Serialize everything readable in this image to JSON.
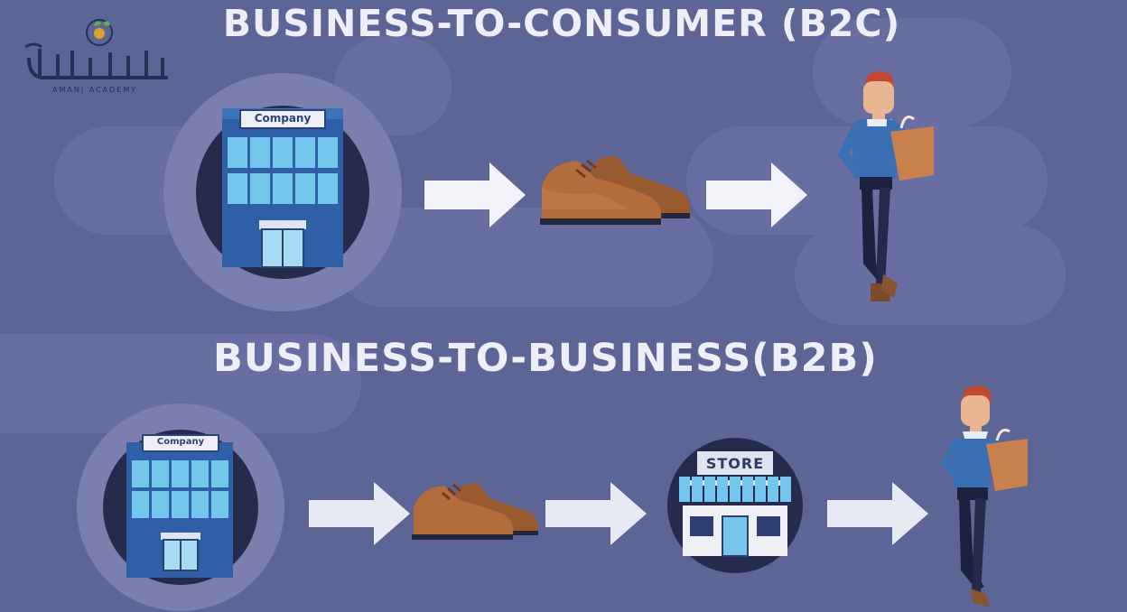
{
  "logo": {
    "name": "AMANJ ACADEMY"
  },
  "b2c": {
    "title": "BUSINESS-TO-CONSUMER (B2C)",
    "company_label": "Company"
  },
  "b2b": {
    "title": "BUSINESS-TO-BUSINESS(B2B)",
    "company_label": "Company",
    "store_label": "STORE"
  },
  "colors": {
    "background": "#5d6496",
    "arrow": "#f2f3f8",
    "building": "#2f5fa6",
    "window": "#74c6ec",
    "shoe": "#b36d3c",
    "shirt": "#3a6fb4",
    "bag": "#c8804c"
  },
  "icons": [
    "logo-icon",
    "company-building-icon",
    "arrow-right-icon",
    "shoe-icon",
    "consumer-person-icon",
    "store-icon"
  ]
}
